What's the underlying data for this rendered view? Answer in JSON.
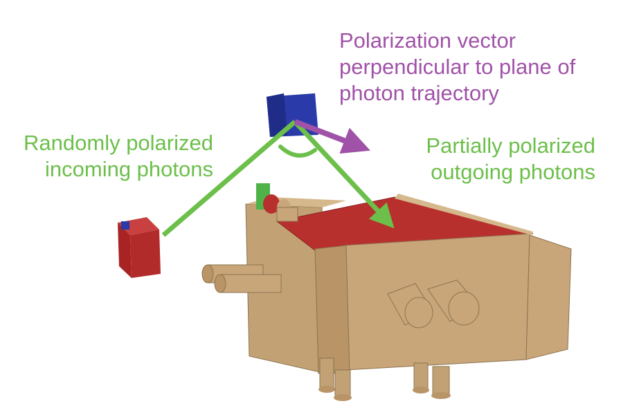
{
  "labels": {
    "polarization": [
      "Polarization vector",
      "perpendicular to plane of",
      "photon trajectory"
    ],
    "incoming": [
      "Randomly polarized",
      "incoming photons"
    ],
    "outgoing": [
      "Partially polarized",
      "outgoing photons"
    ]
  },
  "colors": {
    "green_label": "#6cbf4a",
    "purple_label": "#a052a8",
    "arrow_green": "#6cbf4a",
    "arrow_purple": "#a052a8",
    "source_red": "#b22b2b",
    "target_blue": "#2a3aa8",
    "detector_tan": "#c8a67a",
    "detector_top_red": "#b8302e"
  }
}
